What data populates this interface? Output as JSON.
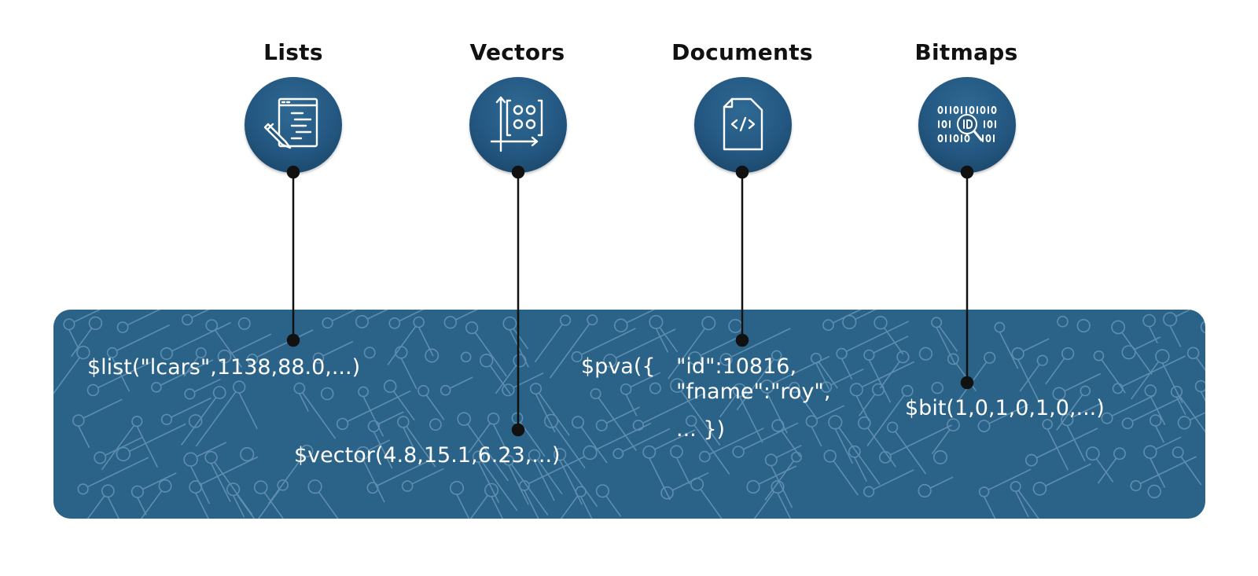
{
  "categories": [
    {
      "label": "Lists",
      "icon": "list-edit-icon"
    },
    {
      "label": "Vectors",
      "icon": "vector-chart-icon"
    },
    {
      "label": "Documents",
      "icon": "code-document-icon"
    },
    {
      "label": "Bitmaps",
      "icon": "binary-id-icon"
    }
  ],
  "examples": {
    "list": "$list(\"lcars\",1138,88.0,...)",
    "vector": "$vector(4.8,15.1,6.23,...)",
    "pva_prefix": "$pva({",
    "pva_line1": "\"id\":10816,",
    "pva_line2": "\"fname\":\"roy\",",
    "pva_line3": "... })",
    "bit": "$bit(1,0,1,0,1,0,...)"
  },
  "colors": {
    "circle": "#235781",
    "panel": "#2b6288",
    "pattern": "#6f9cbd",
    "text": "#ffffff",
    "connector": "#111111"
  }
}
